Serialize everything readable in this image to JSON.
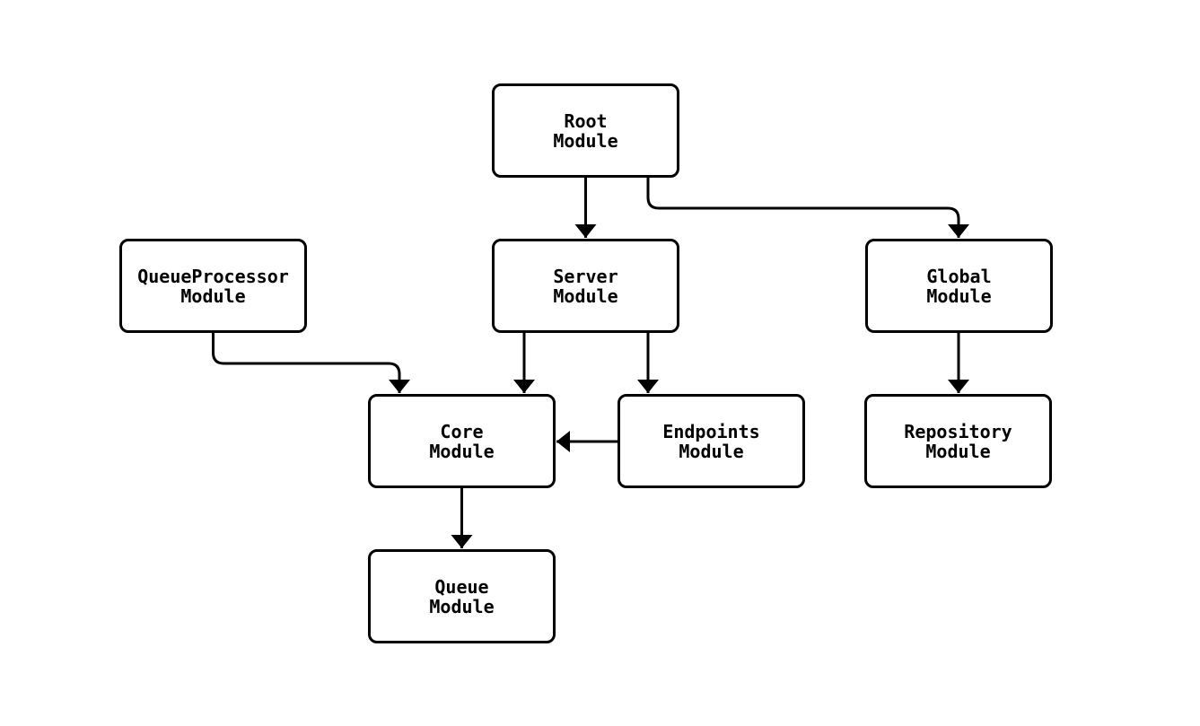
{
  "diagram": {
    "type": "flowchart",
    "direction": "top-down",
    "background_color": "#ffffff",
    "node_fill_color": "#ffffff",
    "node_border_color": "#000000",
    "node_text_color": "#000000",
    "edge_color": "#000000",
    "nodes": {
      "root": {
        "line1": "Root",
        "line2": "Module"
      },
      "queueprocessor": {
        "line1": "QueueProcessor",
        "line2": "Module"
      },
      "server": {
        "line1": "Server",
        "line2": "Module"
      },
      "global": {
        "line1": "Global",
        "line2": "Module"
      },
      "core": {
        "line1": "Core",
        "line2": "Module"
      },
      "endpoints": {
        "line1": "Endpoints",
        "line2": "Module"
      },
      "repository": {
        "line1": "Repository",
        "line2": "Module"
      },
      "queue": {
        "line1": "Queue",
        "line2": "Module"
      }
    },
    "edges": [
      {
        "from": "Root Module",
        "to": "Server Module",
        "arrow": "filled-triangle"
      },
      {
        "from": "Root Module",
        "to": "Global Module",
        "arrow": "filled-triangle"
      },
      {
        "from": "QueueProcessor Module",
        "to": "Core Module",
        "arrow": "filled-triangle"
      },
      {
        "from": "Server Module",
        "to": "Core Module",
        "arrow": "filled-triangle"
      },
      {
        "from": "Server Module",
        "to": "Endpoints Module",
        "arrow": "filled-triangle"
      },
      {
        "from": "Endpoints Module",
        "to": "Core Module",
        "arrow": "filled-triangle"
      },
      {
        "from": "Global Module",
        "to": "Repository Module",
        "arrow": "filled-triangle"
      },
      {
        "from": "Core Module",
        "to": "Queue Module",
        "arrow": "filled-triangle"
      }
    ]
  }
}
